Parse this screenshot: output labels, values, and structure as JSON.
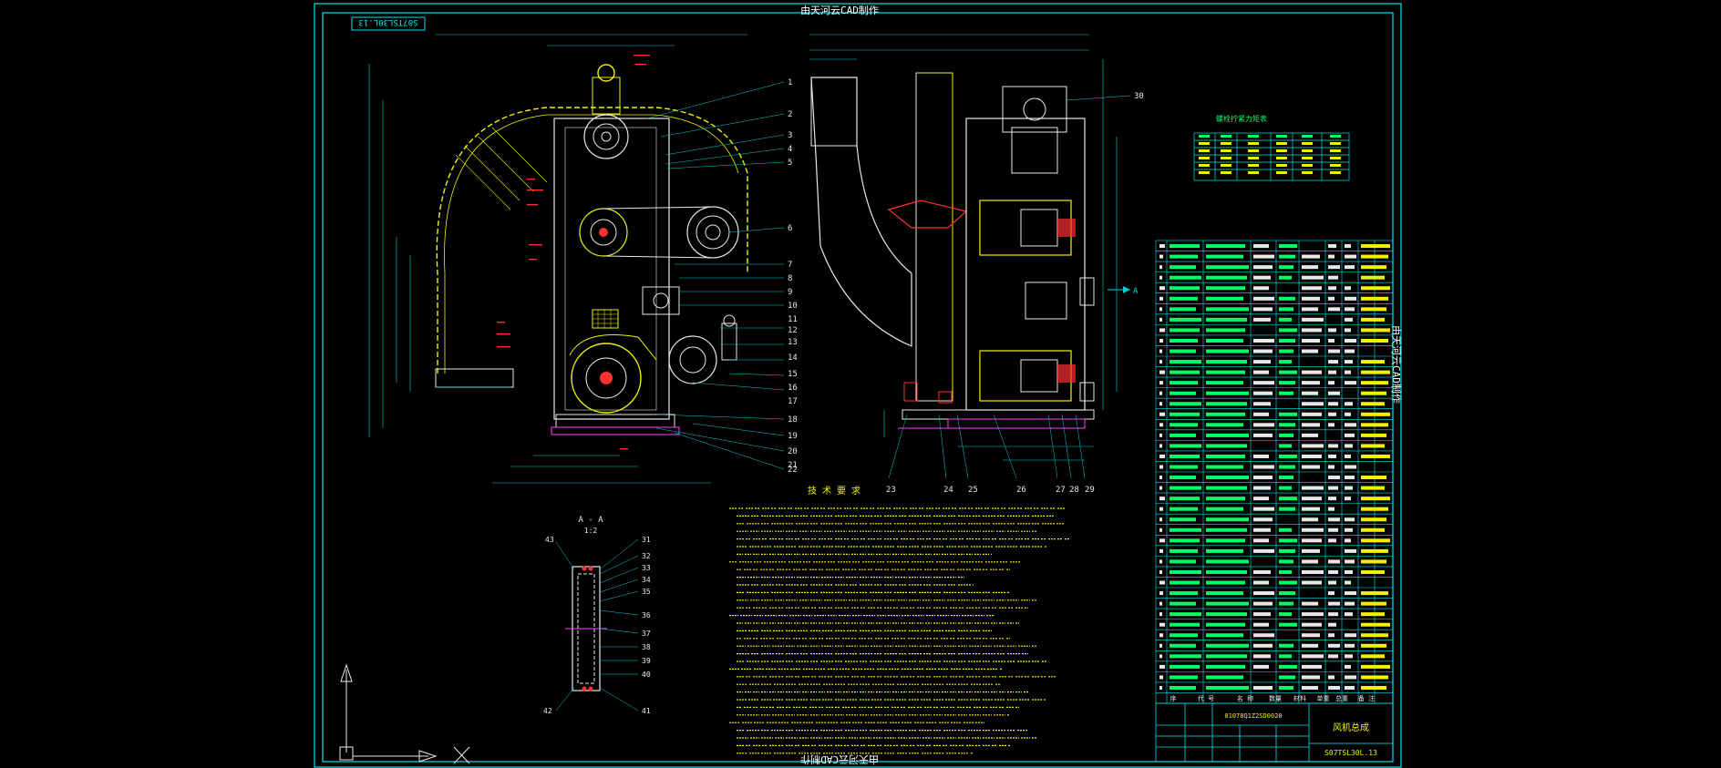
{
  "colors": {
    "background": "#000000",
    "frame": "#00e5ee",
    "dims": "#00d0d0",
    "lines": "#e8e8e8",
    "yellow": "#f2f200",
    "red": "#ff3030",
    "magenta": "#ff40ff",
    "green": "#40ff40",
    "white": "#ffffff"
  },
  "watermark": {
    "top": "由天河云CAD制作",
    "bottom": "由天河云CAD制作",
    "side": "由天河云CAD制作"
  },
  "drawing_code_box": "S07TSL30L.13",
  "section": {
    "label": "A - A",
    "scale": "1:2"
  },
  "tech_title": "技 术 要 求",
  "part_table_title": "螺栓拧紧力矩表",
  "view_marker": "A",
  "title_block": {
    "name": "风机总成",
    "code": "S07TSL30L.13",
    "number": "01078Q1Z2SD0020"
  },
  "bom_header": [
    "序",
    "代 号",
    "名 称",
    "数量",
    "材料",
    "单重",
    "总重",
    "备 注"
  ],
  "leader_numbers_left": [
    "1",
    "2",
    "3",
    "4",
    "5",
    "6",
    "7",
    "8",
    "9",
    "10",
    "11",
    "12",
    "13",
    "14",
    "15",
    "16",
    "17",
    "18",
    "19",
    "20",
    "21",
    "22"
  ],
  "leader_numbers_right": [
    "23",
    "24",
    "25",
    "26",
    "27",
    "28",
    "29",
    "30"
  ],
  "leader_numbers_section": [
    "31",
    "32",
    "33",
    "34",
    "35",
    "36",
    "37",
    "38",
    "39",
    "40",
    "41",
    "42",
    "43"
  ]
}
